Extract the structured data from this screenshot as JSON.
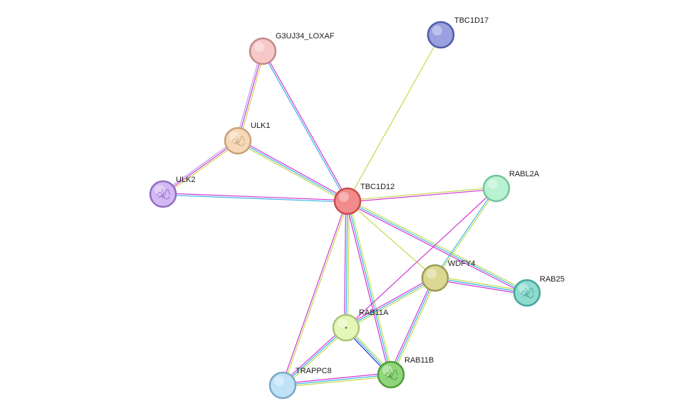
{
  "nodes": [
    {
      "id": "TBC1D12",
      "label": "TBC1D12",
      "fill": "#f28b8b",
      "stroke": "#c94a4a",
      "glyph": "none"
    },
    {
      "id": "TBC1D17",
      "label": "TBC1D17",
      "fill": "#9aa0e0",
      "stroke": "#4f5aa8",
      "glyph": "none"
    },
    {
      "id": "G3UJ34_LOXAF",
      "label": "G3UJ34_LOXAF",
      "fill": "#f7c8c8",
      "stroke": "#c08a8a",
      "glyph": "none"
    },
    {
      "id": "ULK1",
      "label": "ULK1",
      "fill": "#f7d9b8",
      "stroke": "#c9a27a",
      "glyph": "structure"
    },
    {
      "id": "ULK2",
      "label": "ULK2",
      "fill": "#d4b8f5",
      "stroke": "#8f6fbf",
      "glyph": "structure"
    },
    {
      "id": "RABL2A",
      "label": "RABL2A",
      "fill": "#b8f2d2",
      "stroke": "#73c49a",
      "glyph": "none"
    },
    {
      "id": "WDFY4",
      "label": "WDFY4",
      "fill": "#dcd894",
      "stroke": "#9e9a56",
      "glyph": "none"
    },
    {
      "id": "RAB25",
      "label": "RAB25",
      "fill": "#8fdbd0",
      "stroke": "#45a597",
      "glyph": "structure"
    },
    {
      "id": "RAB11A",
      "label": "RAB11A",
      "fill": "#e3f7b8",
      "stroke": "#a8c476",
      "glyph": "dot"
    },
    {
      "id": "RAB11B",
      "label": "RAB11B",
      "fill": "#8fd67a",
      "stroke": "#4e9a3c",
      "glyph": "structure"
    },
    {
      "id": "TRAPPC8",
      "label": "TRAPPC8",
      "fill": "#bfe2f7",
      "stroke": "#7aa8c8",
      "glyph": "none"
    }
  ],
  "edges": [
    {
      "source": "TBC1D12",
      "target": "TBC1D17",
      "colors": [
        "#c2d94a"
      ]
    },
    {
      "source": "TBC1D12",
      "target": "G3UJ34_LOXAF",
      "colors": [
        "#33b5e5",
        "#d433d4"
      ]
    },
    {
      "source": "TBC1D12",
      "target": "ULK1",
      "colors": [
        "#c2d94a",
        "#33b5e5",
        "#d433d4"
      ]
    },
    {
      "source": "TBC1D12",
      "target": "ULK2",
      "colors": [
        "#33b5e5",
        "#d433d4"
      ]
    },
    {
      "source": "TBC1D12",
      "target": "RABL2A",
      "colors": [
        "#c2d94a",
        "#d433d4"
      ]
    },
    {
      "source": "TBC1D12",
      "target": "WDFY4",
      "colors": [
        "#c2d94a"
      ]
    },
    {
      "source": "TBC1D12",
      "target": "RAB25",
      "colors": [
        "#c2d94a",
        "#33b5e5",
        "#d433d4"
      ]
    },
    {
      "source": "TBC1D12",
      "target": "RAB11A",
      "colors": [
        "#c2d94a",
        "#33b5e5",
        "#d433d4"
      ]
    },
    {
      "source": "TBC1D12",
      "target": "RAB11B",
      "colors": [
        "#c2d94a",
        "#33b5e5",
        "#d433d4"
      ]
    },
    {
      "source": "TBC1D12",
      "target": "TRAPPC8",
      "colors": [
        "#c2d94a",
        "#d433d4"
      ]
    },
    {
      "source": "G3UJ34_LOXAF",
      "target": "ULK1",
      "colors": [
        "#c2d94a",
        "#d433d4",
        "#b0a0f0"
      ]
    },
    {
      "source": "ULK1",
      "target": "ULK2",
      "colors": [
        "#c2d94a",
        "#d433d4",
        "#b0a0f0"
      ]
    },
    {
      "source": "RABL2A",
      "target": "WDFY4",
      "colors": [
        "#c2d94a",
        "#33b5e5"
      ]
    },
    {
      "source": "RABL2A",
      "target": "RAB11A",
      "colors": [
        "#d433d4"
      ]
    },
    {
      "source": "WDFY4",
      "target": "RAB25",
      "colors": [
        "#c2d94a",
        "#33b5e5",
        "#d433d4"
      ]
    },
    {
      "source": "WDFY4",
      "target": "RAB11A",
      "colors": [
        "#c2d94a",
        "#33b5e5",
        "#d433d4"
      ]
    },
    {
      "source": "WDFY4",
      "target": "RAB11B",
      "colors": [
        "#c2d94a",
        "#33b5e5",
        "#d433d4"
      ]
    },
    {
      "source": "RAB11A",
      "target": "RAB11B",
      "colors": [
        "#c2d94a",
        "#33b5e5",
        "#2a2ad4"
      ]
    },
    {
      "source": "RAB11A",
      "target": "TRAPPC8",
      "colors": [
        "#c2d94a",
        "#33b5e5",
        "#d433d4"
      ]
    },
    {
      "source": "RAB11B",
      "target": "TRAPPC8",
      "colors": [
        "#c2d94a",
        "#33b5e5",
        "#d433d4"
      ]
    }
  ]
}
